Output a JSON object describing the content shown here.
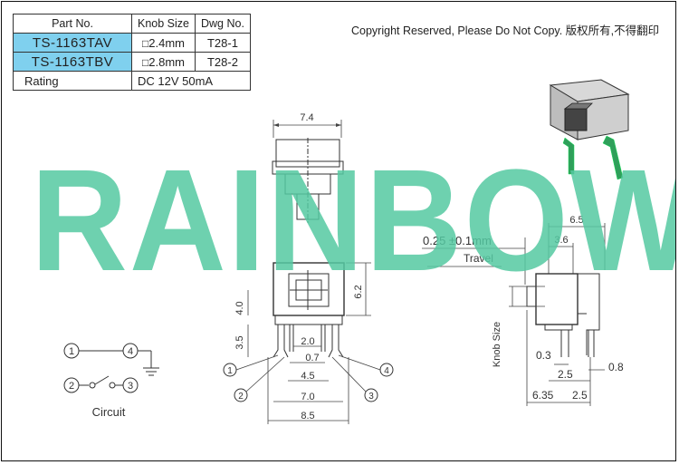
{
  "spec_table": {
    "headers": [
      "Part No.",
      "Knob Size",
      "Dwg No."
    ],
    "rows": [
      {
        "part": "TS-1163TAV",
        "knob": "2.4mm",
        "dwg": "T28-1"
      },
      {
        "part": "TS-1163TBV",
        "knob": "2.8mm",
        "dwg": "T28-2"
      }
    ],
    "rating_label": "Rating",
    "rating_value": "DC  12V  50mA"
  },
  "copyright": "Copyright Reserved, Please Do Not Copy. 版权所有,不得翻印",
  "watermark": "RAINBOW",
  "front_view": {
    "dims": {
      "top_width": "7.4",
      "height_4_0": "4.0",
      "height_6_2": "6.2",
      "height_3_5": "3.5",
      "w_2_0": "2.0",
      "w_0_7": "0.7",
      "w_4_5": "4.5",
      "w_7_0": "7.0",
      "w_8_5": "8.5"
    },
    "pin_labels": [
      "1",
      "2",
      "3",
      "4"
    ]
  },
  "side_view": {
    "dims": {
      "w_6_5": "6.5",
      "w_3_6": "3.6",
      "travel_value": "0.25 ±0.1mm",
      "travel_label": "Travel",
      "knob_size_label": "Knob Size",
      "w_0_3": "0.3",
      "w_0_8": "0.8",
      "w_2_5_a": "2.5",
      "w_6_35": "6.35",
      "w_2_5_b": "2.5"
    }
  },
  "circuit": {
    "label": "Circuit",
    "pins": [
      "1",
      "4",
      "2",
      "3"
    ]
  }
}
